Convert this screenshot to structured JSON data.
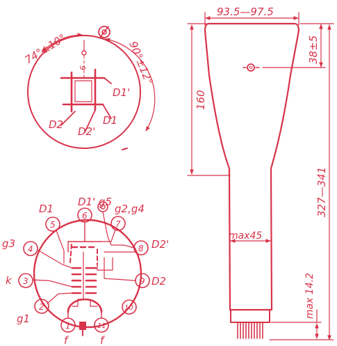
{
  "colors": {
    "ink": "#d8334a",
    "paper": "#ffffff"
  },
  "top_view": {
    "angle_left": "74°±10°",
    "angle_right": "90°±12°",
    "center_mark": "6",
    "plates": {
      "d1_prime": "D1'",
      "d1": "D1",
      "d2": "D2",
      "d2_prime": "D2'"
    }
  },
  "base_view": {
    "electrodes": {
      "d1_prime_g5": "D1' g5",
      "d1": "D1",
      "g2g4": "g2,g4",
      "g3": "g3",
      "d2_prime": "D2'",
      "k": "k",
      "d2": "D2",
      "g1": "g1",
      "f_left": "f",
      "f_right": "f"
    },
    "pins": [
      "1",
      "2",
      "3",
      "4",
      "5",
      "6",
      "7",
      "8",
      "9",
      "10",
      "11"
    ]
  },
  "tube_outline": {
    "dims": {
      "screen_width": "93.5—97.5",
      "cap_height": "38±5",
      "bulb_length": "160",
      "overall_length": "327—341",
      "neck_diameter": "max45",
      "base_length": "max 14.2"
    }
  }
}
